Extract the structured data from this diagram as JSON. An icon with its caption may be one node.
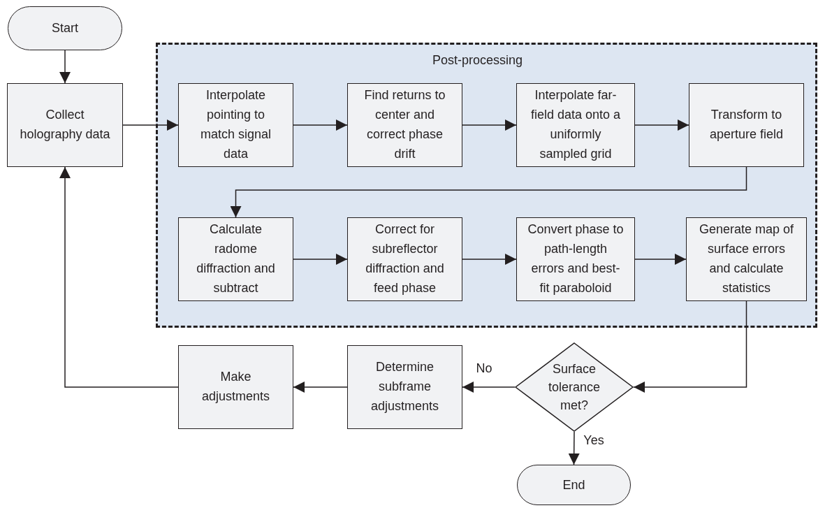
{
  "diagram": {
    "nodes": [
      {
        "text": [
          "Start"
        ]
      },
      {
        "text": [
          "Collect holography data"
        ]
      },
      {
        "text": [
          "Post-processing"
        ]
      },
      {
        "text": [
          "Interpolate pointing to match signal data"
        ],
        "in": 2
      },
      {
        "text": [
          "Find returns to center and correct phase drift"
        ],
        "in": 2
      },
      {
        "text": [
          "Interpolate far-field data onto a uniformly sampled grid"
        ],
        "in": 2
      },
      {
        "text": [
          "Transform to aperture field"
        ],
        "in": 2
      },
      {
        "text": [
          "Calculate radome diffraction and subtract"
        ],
        "in": 2
      },
      {
        "text": [
          "Correct for subreflector diffraction and feed phase"
        ],
        "in": 2
      },
      {
        "text": [
          "Convert phase to path-length errors and best-fit paraboloid"
        ],
        "in": 2
      },
      {
        "text": [
          "Generate map of surface errors and calculate statistics"
        ],
        "in": 2
      },
      {
        "text": [
          "Surface tolerance met?"
        ]
      },
      {
        "text": [
          "Determine subframe adjustments"
        ]
      },
      {
        "text": [
          "Make adjustments"
        ]
      },
      {
        "text": [
          "End"
        ]
      }
    ],
    "edges": [
      {
        "from": 0,
        "to": 1,
        "arrow": "to"
      },
      {
        "from": 1,
        "to": 3,
        "arrow": "to"
      },
      {
        "from": 3,
        "to": 4,
        "arrow": "to"
      },
      {
        "from": 4,
        "to": 5,
        "arrow": "to"
      },
      {
        "from": 5,
        "to": 6,
        "arrow": "to"
      },
      {
        "from": 6,
        "to": 7,
        "arrow": "to"
      },
      {
        "from": 7,
        "to": 8,
        "arrow": "to"
      },
      {
        "from": 8,
        "to": 9,
        "arrow": "to"
      },
      {
        "from": 9,
        "to": 10,
        "arrow": "to"
      },
      {
        "from": 10,
        "to": 11,
        "arrow": "to"
      },
      {
        "from": 11,
        "to": 12,
        "arrow": "to",
        "label": "No"
      },
      {
        "from": 12,
        "to": 13,
        "arrow": "to"
      },
      {
        "from": 13,
        "to": 1,
        "arrow": "to"
      },
      {
        "from": 11,
        "to": 14,
        "arrow": "to",
        "label": "Yes"
      }
    ]
  }
}
